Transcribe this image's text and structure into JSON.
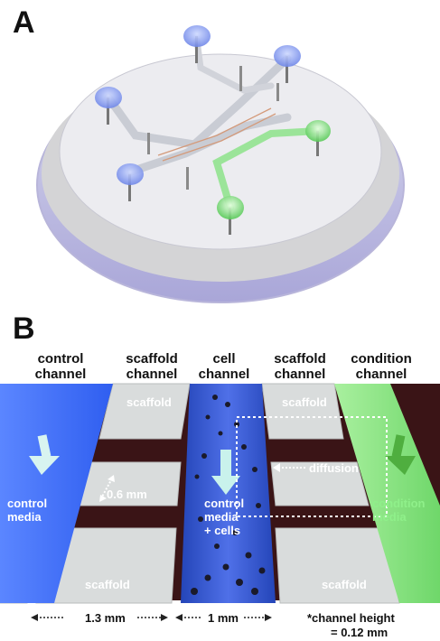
{
  "panel_a": {
    "letter": "A"
  },
  "panel_b": {
    "letter": "B",
    "headers": {
      "control": [
        "control",
        "channel"
      ],
      "scaffold_left": [
        "scaffold",
        "channel"
      ],
      "cell": [
        "cell",
        "channel"
      ],
      "scaffold_right": [
        "scaffold",
        "channel"
      ],
      "condition": [
        "condition",
        "channel"
      ]
    },
    "labels": {
      "scaffold_top_left": "scaffold",
      "scaffold_top_right": "scaffold",
      "scaffold_bottom_left": "scaffold",
      "scaffold_bottom_right": "scaffold",
      "control_media": [
        "control",
        "media"
      ],
      "cell_media": [
        "control",
        "media",
        "+ cells"
      ],
      "condition_media": [
        "condition",
        "media"
      ],
      "gap": "0.6 mm",
      "diffusion": "diffusion"
    },
    "dimensions": {
      "scaffold_width": "1.3 mm",
      "cell_width": "1 mm",
      "height_note": [
        "*channel height",
        "= 0.12 mm"
      ]
    },
    "colors": {
      "control": "#3f73ff",
      "condition": "#7fe07a",
      "scaffold": "#d9dcdc",
      "gap": "#3a1416"
    }
  }
}
